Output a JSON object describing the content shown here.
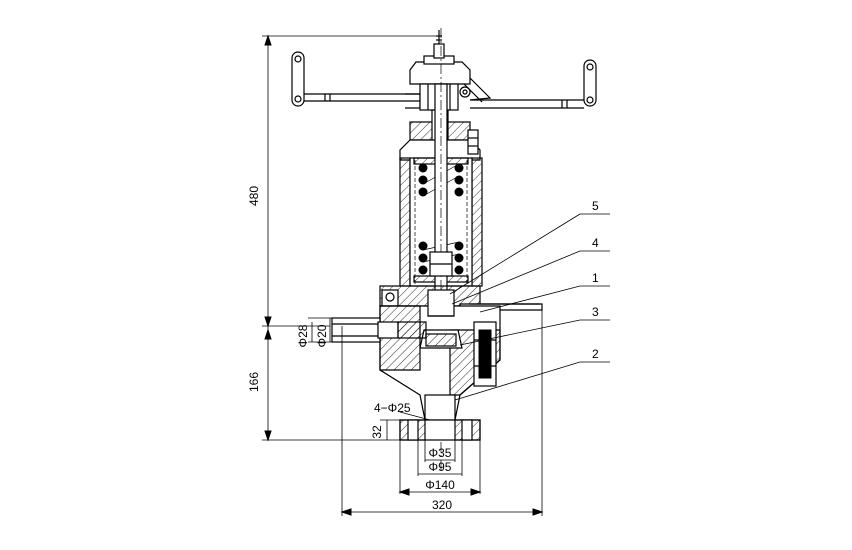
{
  "dimensions": {
    "overall_height": "480",
    "base_height": "166",
    "flange_thickness": "32",
    "bolt_holes": "4−Φ25",
    "side_outer_dia": "Φ28",
    "side_inner_dia": "Φ20",
    "bore_dia": "Φ35",
    "raised_face_dia": "Φ95",
    "bolt_circle_dia": "Φ140",
    "overall_width": "320"
  },
  "part_numbers": [
    "5",
    "4",
    "1",
    "3",
    "2"
  ]
}
